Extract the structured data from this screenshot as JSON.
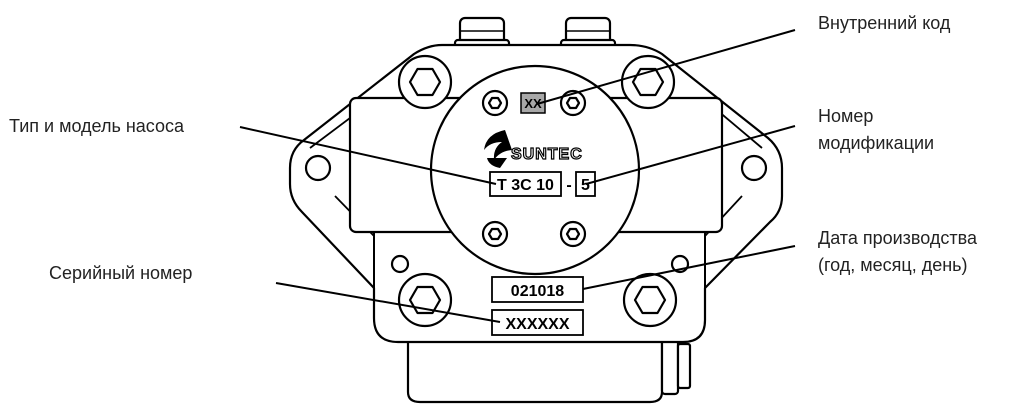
{
  "labels": {
    "internal_code": "Внутренний код",
    "modification_line1": "Номер",
    "modification_line2": "модификации",
    "pump_type": "Тип и модель насоса",
    "date_line1": "Дата производства",
    "date_line2": "(год, месяц, день)",
    "serial": "Серийный номер"
  },
  "plate": {
    "brand": "SUNTEC",
    "internal_code_value": "XX",
    "model": "T 3C 10",
    "separator": "-",
    "modification_value": "5",
    "date_value": "021018",
    "serial_value": "XXXXXX"
  },
  "colors": {
    "line": "#000000",
    "code_box": "#a8a8a8",
    "text": "#222222"
  }
}
